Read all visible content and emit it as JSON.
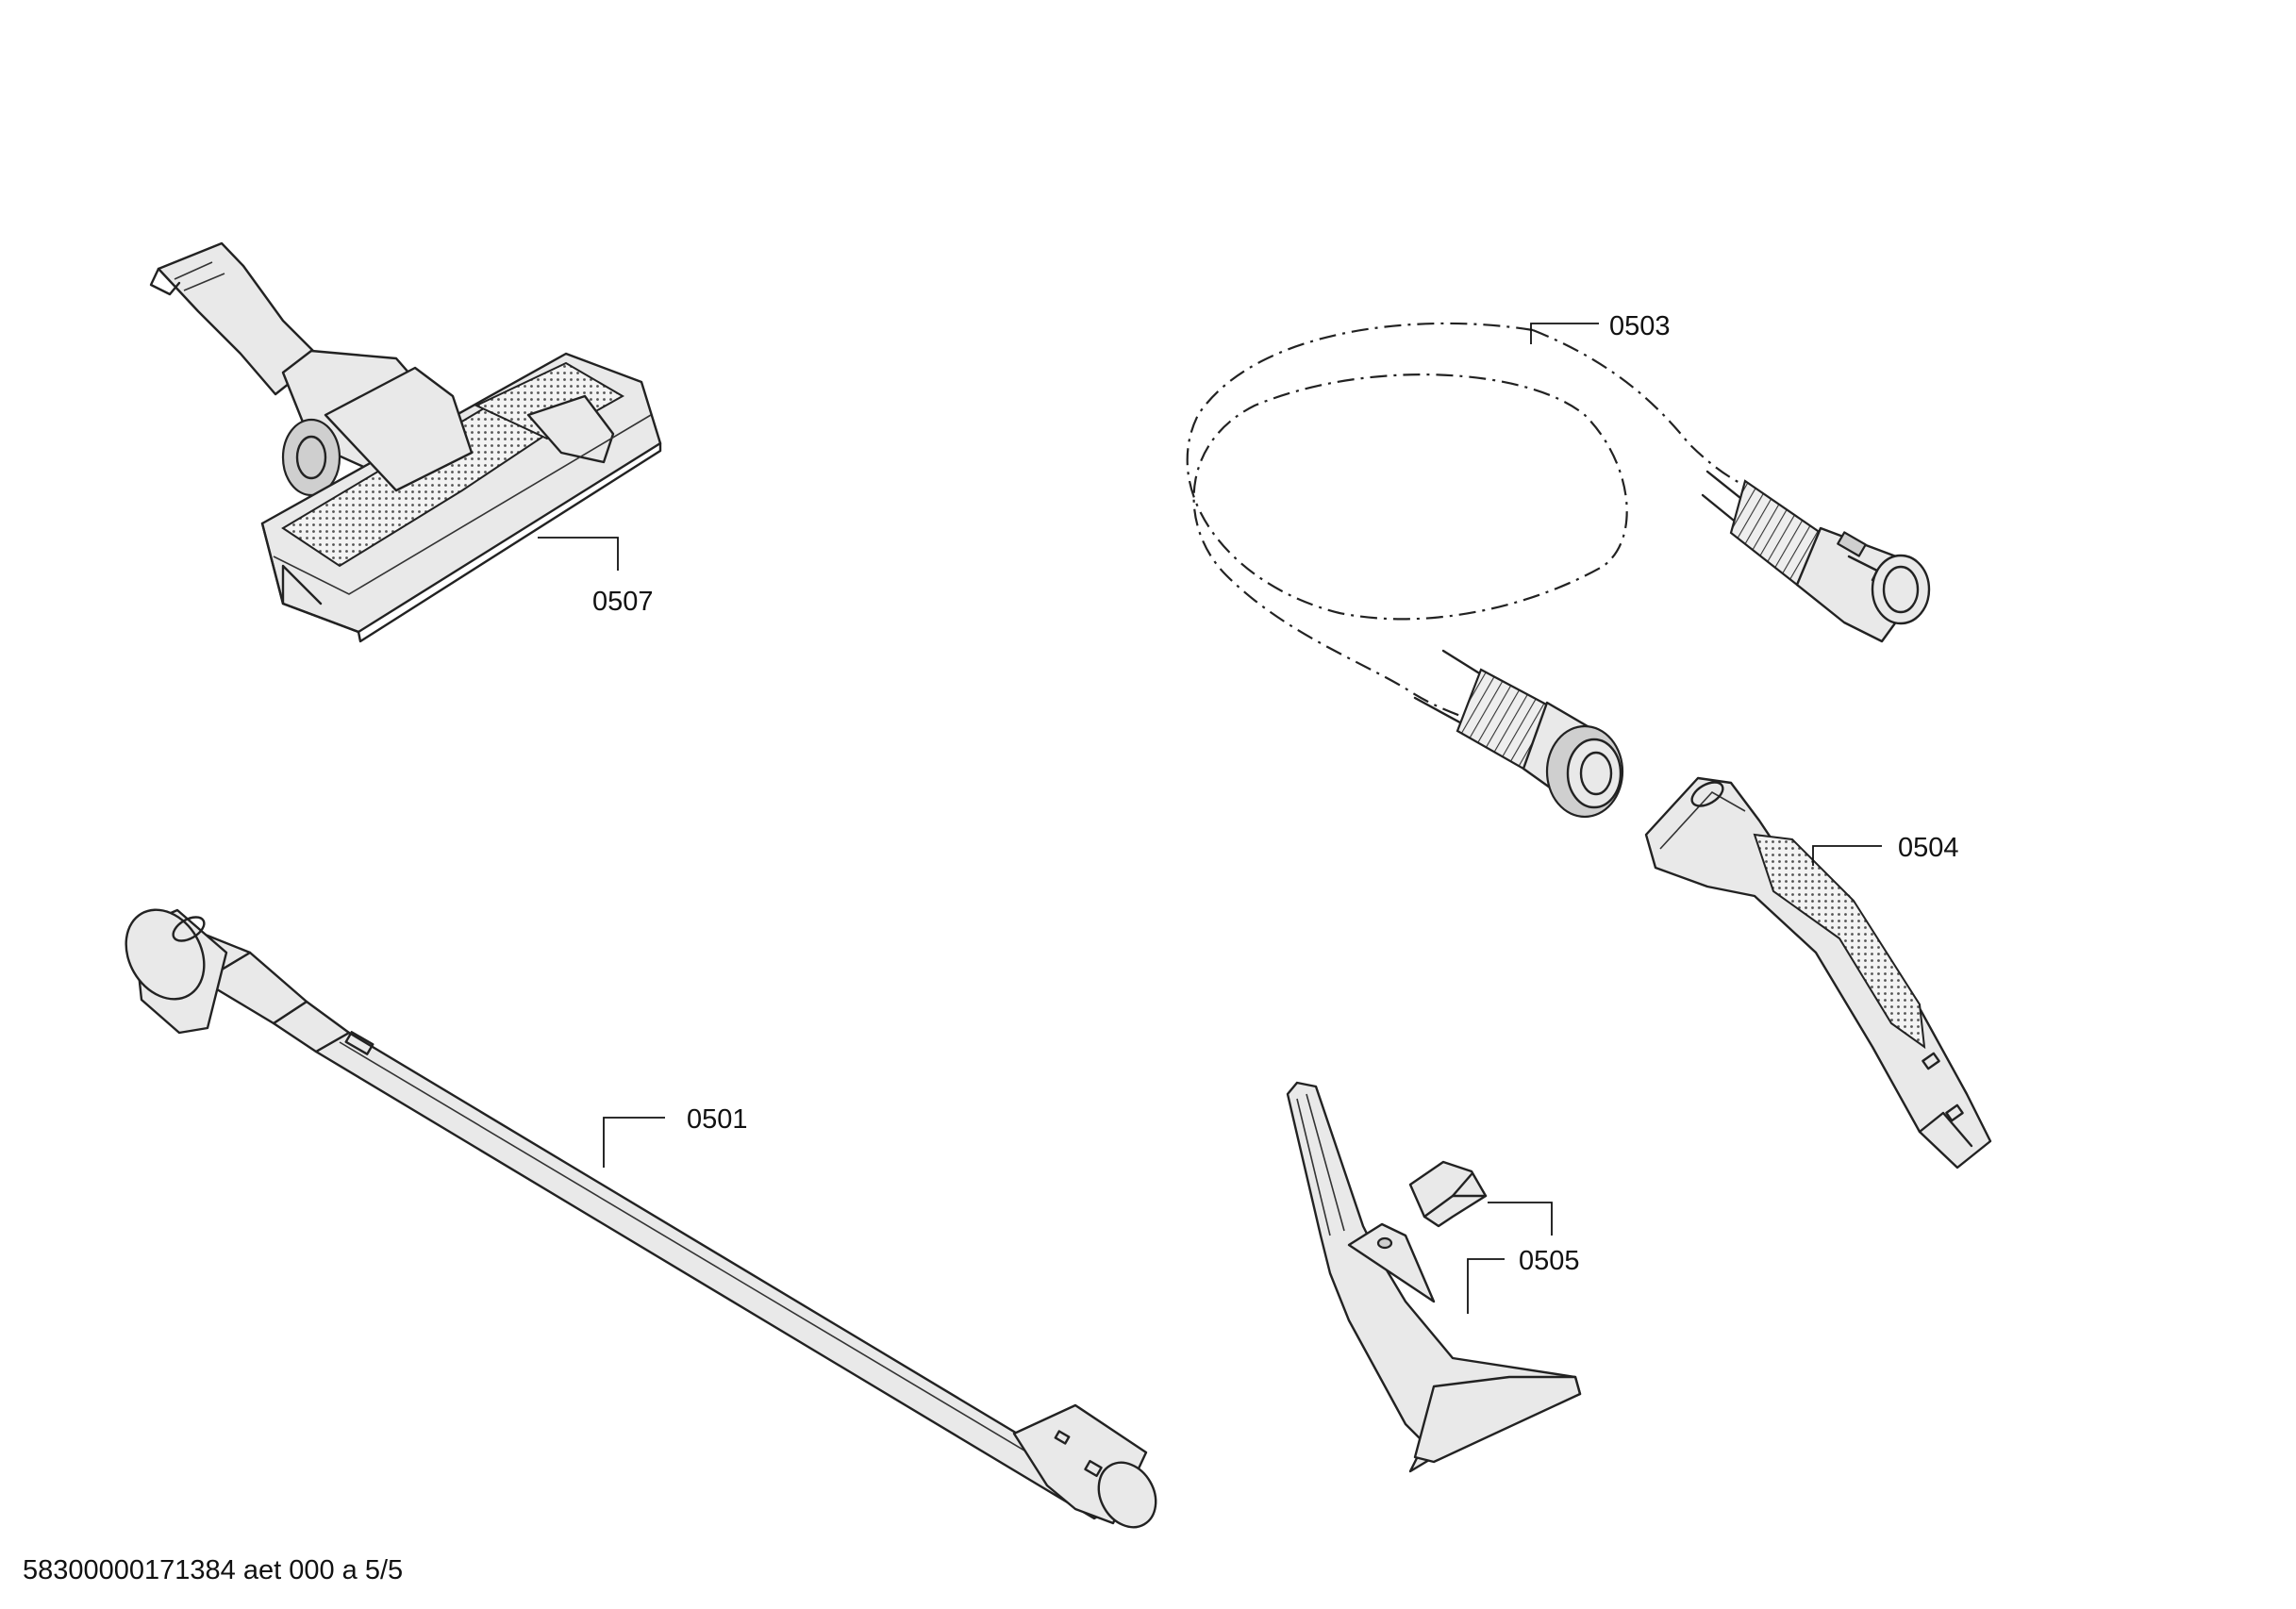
{
  "footer": {
    "doc_id": "58300000171384 aet 000 a 5/5"
  },
  "parts": [
    {
      "id": "0501",
      "icon": "telescopic-tube-icon"
    },
    {
      "id": "0503",
      "icon": "suction-hose-icon"
    },
    {
      "id": "0504",
      "icon": "hose-handle-icon"
    },
    {
      "id": "0505",
      "icon": "crevice-nozzle-icon"
    },
    {
      "id": "0507",
      "icon": "floor-nozzle-icon"
    }
  ],
  "colors": {
    "line": "#222222",
    "fill": "#e9e9e9",
    "background": "#ffffff"
  }
}
